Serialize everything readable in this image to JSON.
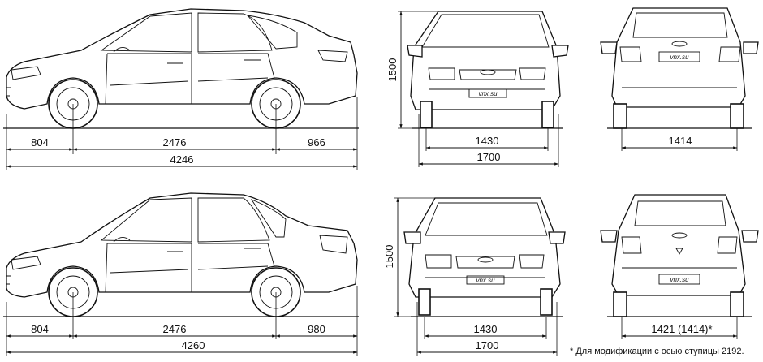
{
  "hatchback": {
    "side": {
      "front_overhang": "804",
      "wheelbase": "2476",
      "rear_overhang": "966",
      "length": "4246"
    },
    "front": {
      "height": "1500",
      "front_track": "1430",
      "width": "1700"
    },
    "rear": {
      "rear_track": "1414"
    }
  },
  "sedan": {
    "side": {
      "front_overhang": "804",
      "wheelbase": "2476",
      "rear_overhang": "980",
      "length": "4260"
    },
    "front": {
      "height": "1500",
      "front_track": "1430",
      "width": "1700"
    },
    "rear": {
      "rear_track": "1421 (1414)*"
    }
  },
  "plate_text": "vnx.su",
  "footnote": "* Для модификации с осью ступицы 2192."
}
